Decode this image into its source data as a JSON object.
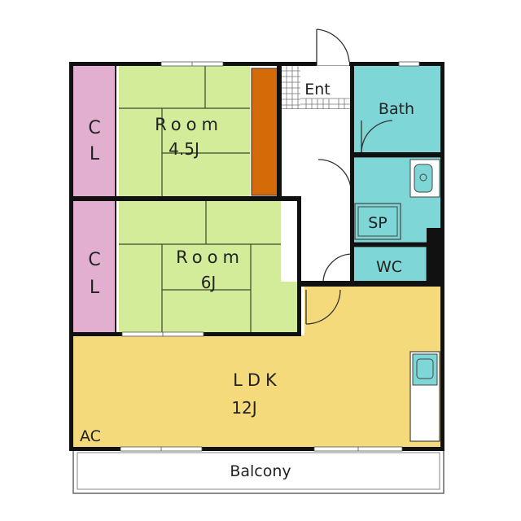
{
  "floorplan": {
    "rooms": {
      "closet_top": {
        "label_line1": "C",
        "label_line2": "L",
        "color": "#e3afd0"
      },
      "closet_bottom": {
        "label_line1": "C",
        "label_line2": "L",
        "color": "#e3afd0"
      },
      "room_small": {
        "label_line1": "Room",
        "label_line2": "4.5J",
        "color": "#d3ec9a"
      },
      "room_large": {
        "label_line1": "Room",
        "label_line2": "6J",
        "color": "#d3ec9a"
      },
      "entrance": {
        "label": "Ent"
      },
      "bath": {
        "label": "Bath",
        "color": "#7fd6d6"
      },
      "sink_area": {
        "label": "SP",
        "color": "#7fd6d6"
      },
      "toilet": {
        "label": "WC",
        "color": "#7fd6d6"
      },
      "ldk": {
        "label_line1": "LDK",
        "label_line2": "12J",
        "color": "#f5da7c"
      },
      "aircon": {
        "label": "AC"
      },
      "balcony": {
        "label": "Balcony"
      }
    },
    "colors": {
      "wall": "#111111",
      "storage": "#d46a08",
      "tatami_line": "#3b4a2a"
    }
  }
}
